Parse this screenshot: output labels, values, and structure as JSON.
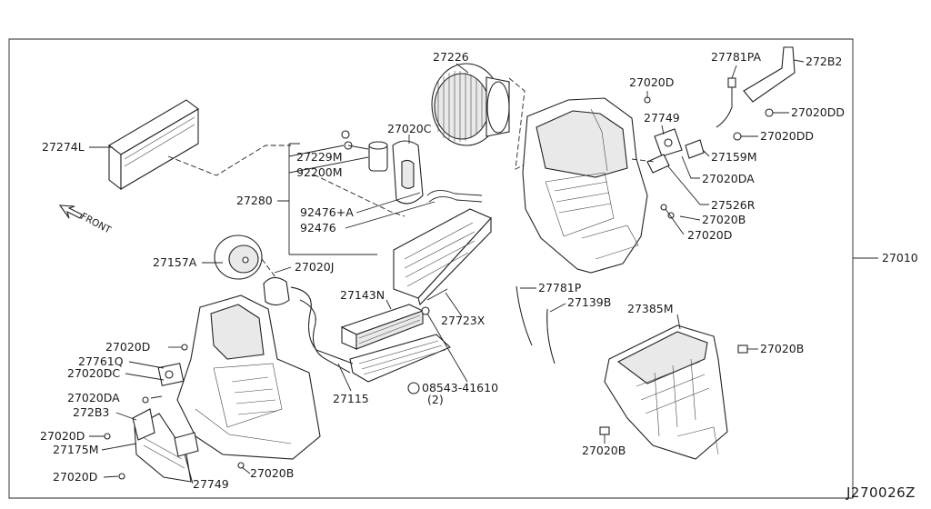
{
  "diagram": {
    "reference_code": "J270026Z",
    "front_label": "FRONT",
    "labels": {
      "p27226": "27226",
      "p27274L": "27274L",
      "p27229M": "27229M",
      "p92200M": "92200M",
      "p27020C": "27020C",
      "p27280": "27280",
      "p92476A": "92476+A",
      "p92476": "92476",
      "p27157A": "27157A",
      "p27020J": "27020J",
      "p27143N": "27143N",
      "p27723X": "27723X",
      "p27115": "27115",
      "p08543": "08543-41610",
      "p08543qty": "(2)",
      "p27020D_a": "27020D",
      "p27761Q": "27761Q",
      "p27020DC": "27020DC",
      "p27020DA_a": "27020DA",
      "p27283": "272B3",
      "p27020D_b": "27020D",
      "p27175M": "27175M",
      "p27020D_c": "27020D",
      "p27749_a": "27749",
      "p27020B_a": "27020B",
      "p27781PA": "27781PA",
      "p27282": "272B2",
      "p27020D_d": "27020D",
      "p27020DD_a": "27020DD",
      "p27749_b": "27749",
      "p27020DD_b": "27020DD",
      "p27159M": "27159M",
      "p27020DA_b": "27020DA",
      "p27526R": "27526R",
      "p27020B_b": "27020B",
      "p27020D_e": "27020D",
      "p27010": "27010",
      "p27781P": "27781P",
      "p27139B": "27139B",
      "p27385M": "27385M",
      "p27020B_c": "27020B",
      "p27020B_d": "27020B"
    }
  }
}
